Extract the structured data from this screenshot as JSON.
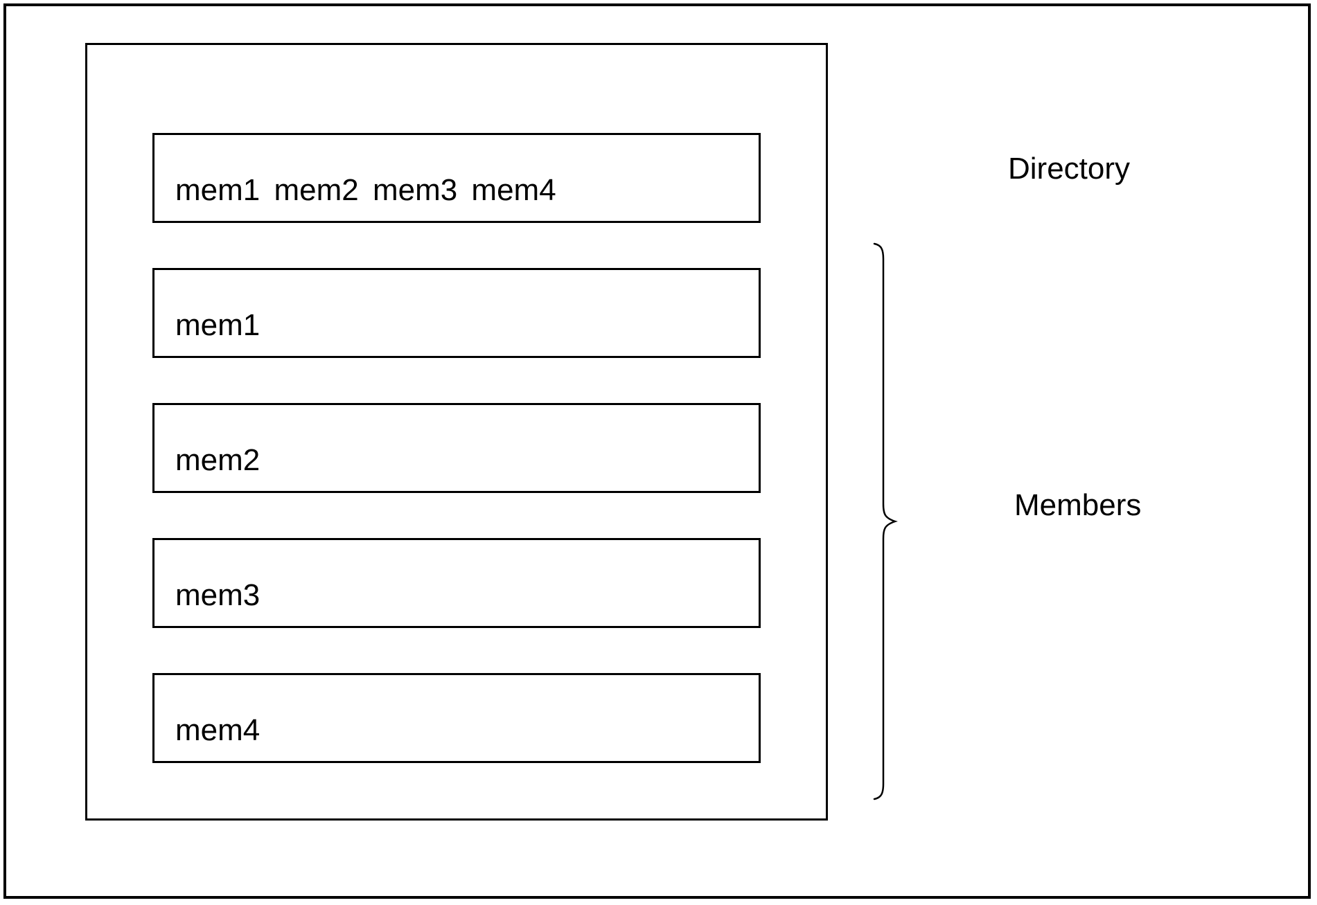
{
  "diagram": {
    "dataset": {
      "directory_entry": "mem1 mem2 mem3 mem4",
      "members": [
        {
          "label": "mem1"
        },
        {
          "label": "mem2"
        },
        {
          "label": "mem3"
        },
        {
          "label": "mem4"
        }
      ]
    },
    "annotations": {
      "directory": "Directory",
      "members": "Members"
    },
    "colors": {
      "border": "#000000",
      "background": "#ffffff",
      "text": "#000000"
    }
  }
}
